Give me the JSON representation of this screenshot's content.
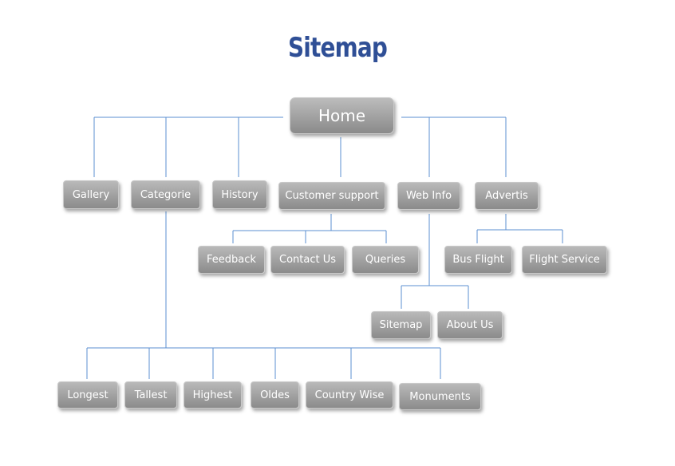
{
  "title": "Sitemap",
  "nodes": {
    "home": "Home",
    "gallery": "Gallery",
    "categorie": "Categorie",
    "history": "History",
    "customer_support": "Customer support",
    "web_info": "Web Info",
    "advertis": "Advertis",
    "feedback": "Feedback",
    "contact_us": "Contact Us",
    "queries": "Queries",
    "bus_flight": "Bus Flight",
    "flight_service": "Flight Service",
    "sitemap": "Sitemap",
    "about_us": "About Us",
    "longest": "Longest",
    "tallest": "Tallest",
    "highest": "Highest",
    "oldes": "Oldes",
    "country_wise": "Country Wise",
    "monuments": "Monuments"
  },
  "colors": {
    "title": "#2f4f96",
    "connector": "#5b8fd0",
    "node_fill_top": "#b9b9b9",
    "node_fill_bottom": "#8b8b8b",
    "node_text": "#ffffff"
  }
}
